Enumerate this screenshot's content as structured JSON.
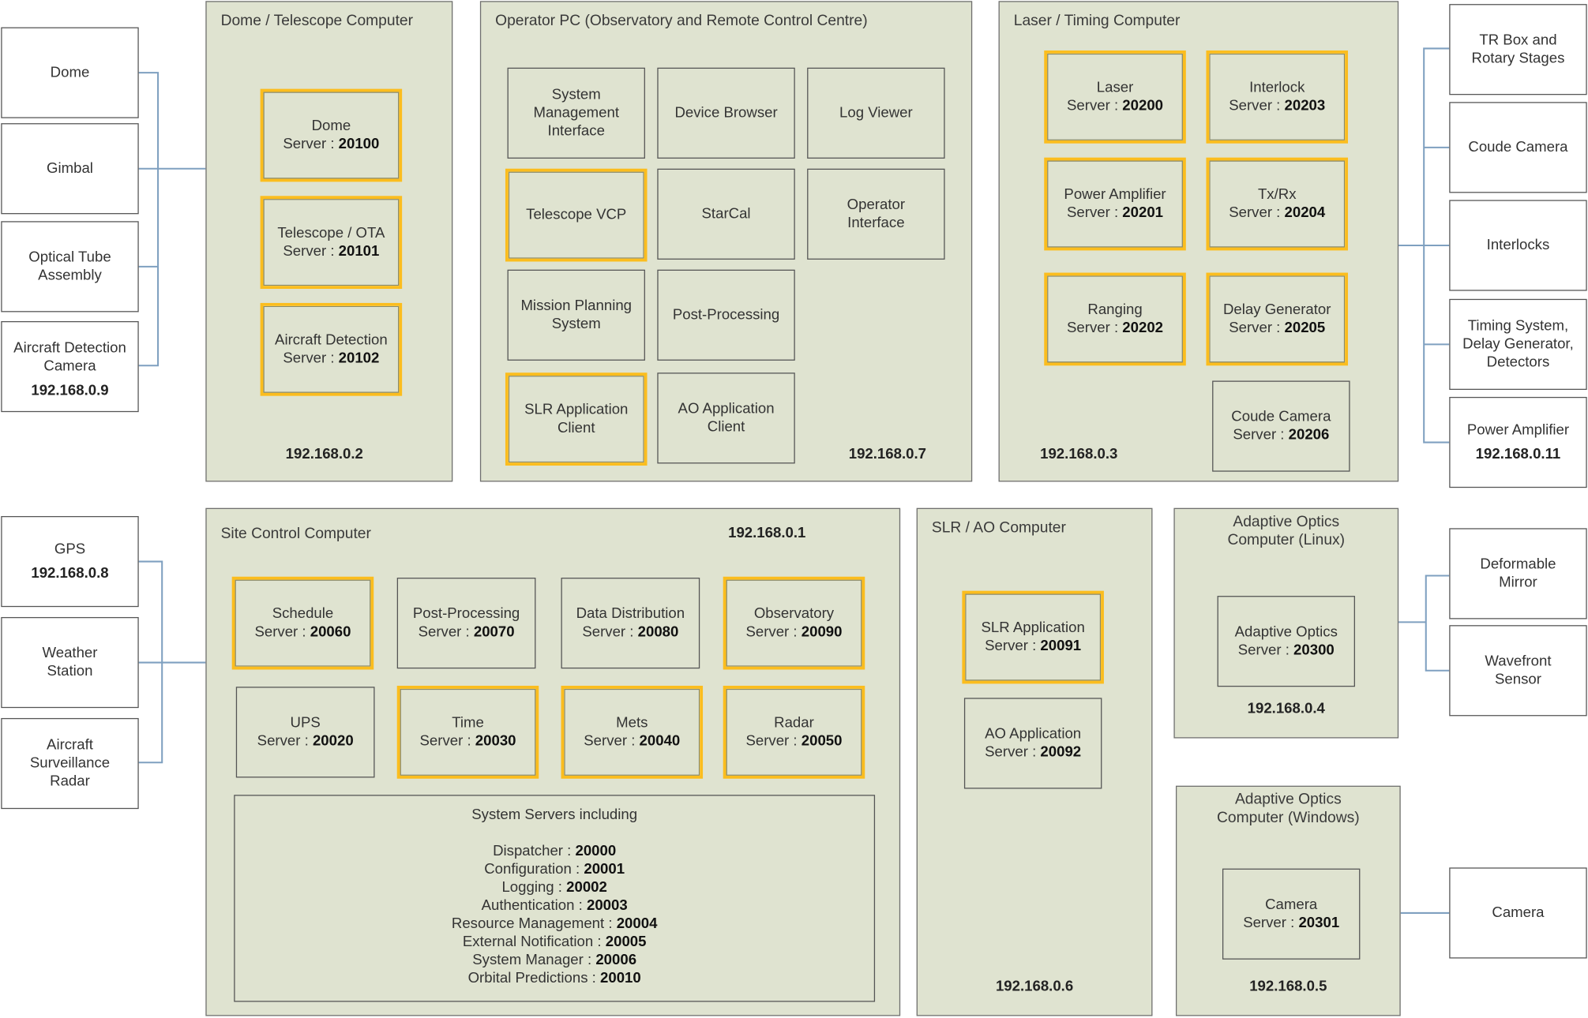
{
  "dome_computer": {
    "title": "Dome / Telescope Computer",
    "ip": "192.168.0.2",
    "servers": [
      {
        "name": "Dome",
        "label": "Server : ",
        "port": "20100"
      },
      {
        "name": "Telescope / OTA",
        "label": "Server : ",
        "port": "20101"
      },
      {
        "name": "Aircraft Detection",
        "label": "Server : ",
        "port": "20102"
      }
    ]
  },
  "operator_pc": {
    "title": "Operator PC (Observatory and Remote Control Centre)",
    "ip": "192.168.0.7",
    "apps": [
      {
        "lines": [
          "System",
          "Management",
          "Interface"
        ]
      },
      {
        "lines": [
          "Device Browser"
        ]
      },
      {
        "lines": [
          "Log Viewer"
        ]
      },
      {
        "lines": [
          "Telescope VCP"
        ]
      },
      {
        "lines": [
          "StarCal"
        ]
      },
      {
        "lines": [
          "Operator",
          "Interface"
        ]
      },
      {
        "lines": [
          "Mission Planning",
          "System"
        ]
      },
      {
        "lines": [
          "Post-Processing"
        ]
      },
      {
        "lines": [
          "SLR Application",
          "Client"
        ]
      },
      {
        "lines": [
          "AO Application",
          "Client"
        ]
      }
    ]
  },
  "laser_computer": {
    "title": "Laser / Timing Computer",
    "ip": "192.168.0.3",
    "servers": [
      {
        "name": "Laser",
        "label": "Server : ",
        "port": "20200"
      },
      {
        "name": "Interlock",
        "label": "Server : ",
        "port": "20203"
      },
      {
        "name": "Power Amplifier",
        "label": "Server : ",
        "port": "20201"
      },
      {
        "name": "Tx/Rx",
        "label": "Server : ",
        "port": "20204"
      },
      {
        "name": "Ranging",
        "label": "Server : ",
        "port": "20202"
      },
      {
        "name": "Delay Generator",
        "label": "Server : ",
        "port": "20205"
      },
      {
        "name": "Coude Camera",
        "label": "Server : ",
        "port": "20206"
      }
    ]
  },
  "site_computer": {
    "title": "Site Control Computer",
    "ip": "192.168.0.1",
    "servers": [
      {
        "name": "Schedule",
        "label": "Server : ",
        "port": "20060"
      },
      {
        "name": "Post-Processing",
        "label": "Server : ",
        "port": "20070"
      },
      {
        "name": "Data Distribution",
        "label": "Server : ",
        "port": "20080"
      },
      {
        "name": "Observatory",
        "label": "Server : ",
        "port": "20090"
      },
      {
        "name": "UPS",
        "label": "Server : ",
        "port": "20020"
      },
      {
        "name": "Time",
        "label": "Server : ",
        "port": "20030"
      },
      {
        "name": "Mets",
        "label": "Server : ",
        "port": "20040"
      },
      {
        "name": "Radar",
        "label": "Server : ",
        "port": "20050"
      }
    ],
    "system_servers": {
      "title": "System Servers including",
      "items": [
        {
          "name": "Dispatcher : ",
          "port": "20000"
        },
        {
          "name": "Configuration : ",
          "port": "20001"
        },
        {
          "name": "Logging : ",
          "port": "20002"
        },
        {
          "name": "Authentication : ",
          "port": "20003"
        },
        {
          "name": "Resource Management : ",
          "port": "20004"
        },
        {
          "name": "External Notification : ",
          "port": "20005"
        },
        {
          "name": "System Manager : ",
          "port": "20006"
        },
        {
          "name": "Orbital Predictions : ",
          "port": "20010"
        }
      ]
    }
  },
  "slr_ao_computer": {
    "title": "SLR / AO Computer",
    "ip": "192.168.0.6",
    "servers": [
      {
        "name": "SLR Application",
        "label": "Server : ",
        "port": "20091"
      },
      {
        "name": "AO Application",
        "label": "Server : ",
        "port": "20092"
      }
    ]
  },
  "ao_linux_computer": {
    "title": "Adaptive Optics Computer (Linux)",
    "ip": "192.168.0.4",
    "servers": [
      {
        "name": "Adaptive Optics",
        "label": "Server : ",
        "port": "20300"
      }
    ]
  },
  "ao_windows_computer": {
    "title": "Adaptive Optics Computer (Windows)",
    "ip": "192.168.0.5",
    "servers": [
      {
        "name": "Camera",
        "label": "Server : ",
        "port": "20301"
      }
    ]
  },
  "devices_left_top": [
    {
      "lines": [
        "Dome"
      ]
    },
    {
      "lines": [
        "Gimbal"
      ]
    },
    {
      "lines": [
        "Optical Tube",
        "Assembly"
      ]
    },
    {
      "lines": [
        "Aircraft Detection",
        "Camera"
      ],
      "ip": "192.168.0.9"
    }
  ],
  "devices_left_bottom": [
    {
      "lines": [
        "GPS"
      ],
      "ip": "192.168.0.8"
    },
    {
      "lines": [
        "Weather",
        "Station"
      ]
    },
    {
      "lines": [
        "Aircraft",
        "Surveillance",
        "Radar"
      ]
    }
  ],
  "devices_right_top": [
    {
      "lines": [
        "TR Box and",
        "Rotary Stages"
      ]
    },
    {
      "lines": [
        "Coude Camera"
      ]
    },
    {
      "lines": [
        "Interlocks"
      ]
    },
    {
      "lines": [
        "Timing System,",
        "Delay Generator,",
        "Detectors"
      ]
    },
    {
      "lines": [
        "Power Amplifier"
      ],
      "ip": "192.168.0.11"
    }
  ],
  "devices_right_mid": [
    {
      "lines": [
        "Deformable",
        "Mirror"
      ]
    },
    {
      "lines": [
        "Wavefront",
        "Sensor"
      ]
    }
  ],
  "devices_right_bottom": [
    {
      "lines": [
        "Camera"
      ]
    }
  ],
  "colors": {
    "panel": "#dfe3d0",
    "highlight": "#fbbd1e",
    "connector": "#7fa0c0",
    "border": "#555555"
  }
}
